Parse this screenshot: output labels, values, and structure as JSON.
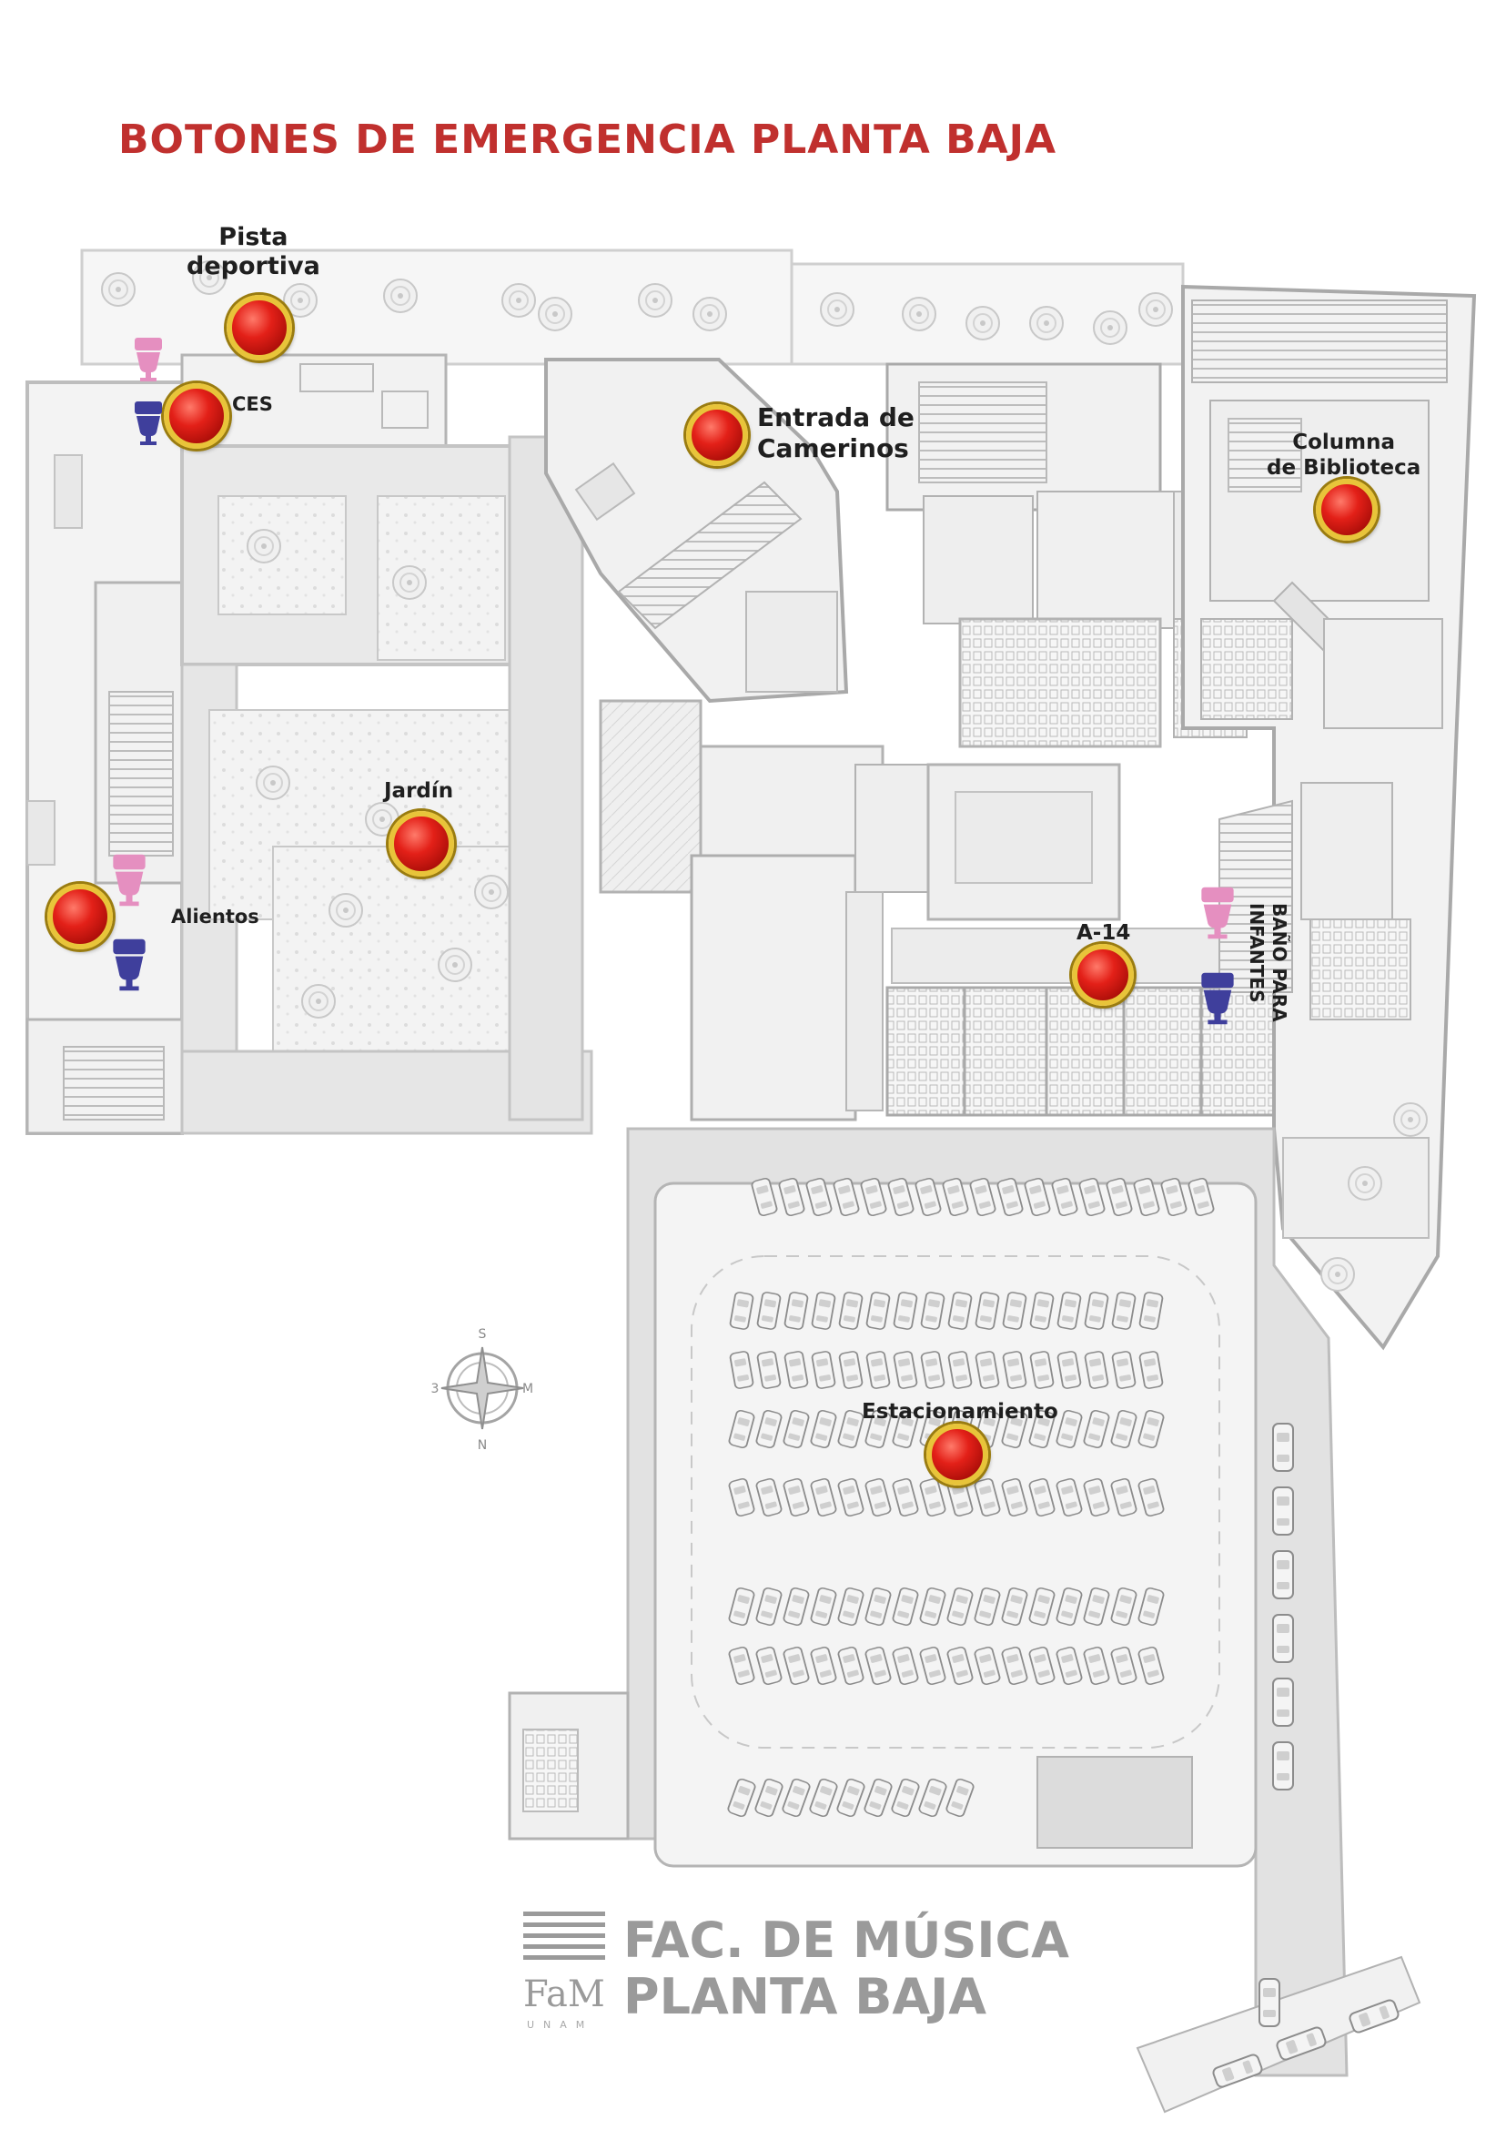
{
  "title": "BOTONES DE EMERGENCIA PLANTA BAJA",
  "labels": {
    "pista": "Pista\ndeportiva",
    "ces": "CES",
    "entrada": "Entrada de\nCamerinos",
    "columna": "Columna\nde Biblioteca",
    "jardin": "Jardín",
    "alientos": "Alientos",
    "a14": "A-14",
    "bano": "BAÑO PARA\nINFANTES",
    "estacionamiento": "Estacionamiento"
  },
  "buttons": [
    "pista-deportiva",
    "ces",
    "entrada-camerinos",
    "columna-biblioteca",
    "jardin",
    "alientos",
    "a-14",
    "estacionamiento"
  ],
  "restrooms": {
    "women_color": "#e58fc0",
    "men_color": "#3f3f9c"
  },
  "compass": {
    "n": "N",
    "s": "S",
    "e": "M",
    "w": "3"
  },
  "logo": {
    "line1": "FAC. DE MÚSICA",
    "line2": "PLANTA BAJA",
    "mark": "FaM",
    "sub": "UNAM"
  },
  "colors": {
    "title": "#c0302e",
    "button_red": "#e32018",
    "button_ring": "#e8c43a",
    "plan_gray": "#c9c9c9"
  },
  "icons": [
    "emergency-button-icon",
    "women-restroom-icon",
    "men-restroom-icon",
    "compass-rose-icon",
    "tree-icon",
    "car-icon"
  ]
}
